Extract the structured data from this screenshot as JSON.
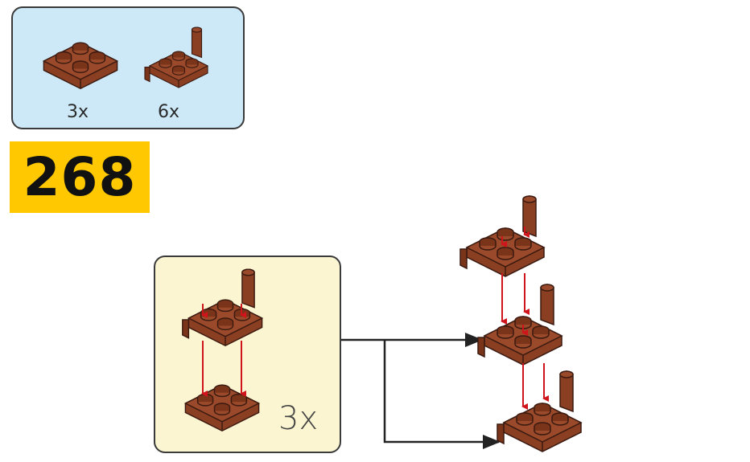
{
  "parts_list": {
    "items": [
      {
        "icon": "plate-2x2-icon",
        "quantity": "3x",
        "color": "#8a3e22"
      },
      {
        "icon": "plate-2x2-with-pin-icon",
        "quantity": "6x",
        "color": "#8a3e22"
      }
    ]
  },
  "step": {
    "number": "268"
  },
  "callout": {
    "multiplier": "3x"
  },
  "colors": {
    "parts_box_bg": "#cde9f8",
    "step_badge_bg": "#ffc800",
    "callout_bg": "#fbf6d1",
    "brick": "#8a3e22",
    "arrow_red": "#d0141c"
  }
}
